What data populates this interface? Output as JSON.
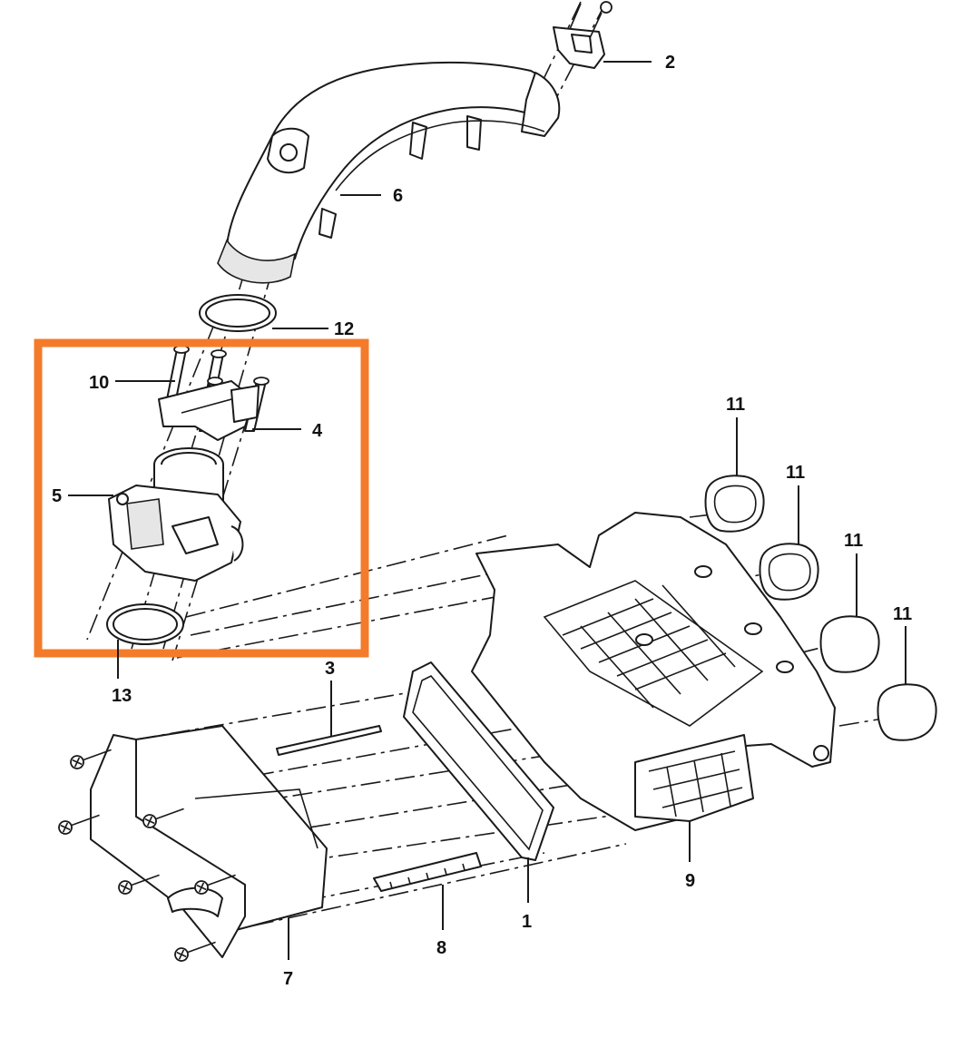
{
  "callouts": [
    {
      "id": "1",
      "text": "1"
    },
    {
      "id": "2",
      "text": "2"
    },
    {
      "id": "3",
      "text": "3"
    },
    {
      "id": "4",
      "text": "4"
    },
    {
      "id": "5",
      "text": "5"
    },
    {
      "id": "6",
      "text": "6"
    },
    {
      "id": "7",
      "text": "7"
    },
    {
      "id": "8",
      "text": "8"
    },
    {
      "id": "9",
      "text": "9"
    },
    {
      "id": "10",
      "text": "10"
    },
    {
      "id": "11a",
      "text": "11"
    },
    {
      "id": "11b",
      "text": "11"
    },
    {
      "id": "11c",
      "text": "11"
    },
    {
      "id": "11d",
      "text": "11"
    },
    {
      "id": "12",
      "text": "12"
    },
    {
      "id": "13",
      "text": "13"
    }
  ],
  "highlight": {
    "color": "#F47B2A",
    "target_parts": [
      "4",
      "5",
      "10",
      "13"
    ]
  },
  "colors": {
    "line": "#1a1a1a",
    "background": "#ffffff"
  }
}
